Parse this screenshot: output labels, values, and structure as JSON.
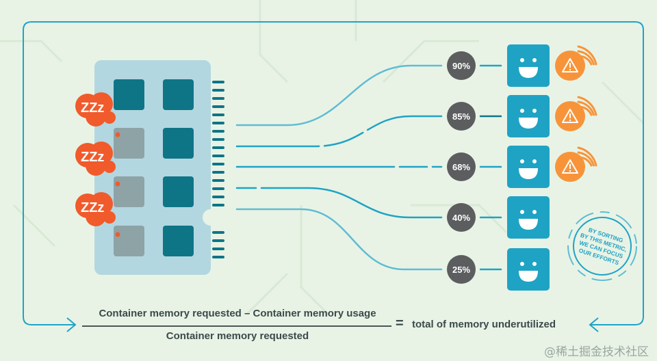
{
  "diagram": {
    "memory_module": {
      "chips_active": 5,
      "chips_idle": 3,
      "sleep_label": "ZZz",
      "sleep_badges_count": 3
    },
    "rows": [
      {
        "percent": "90%",
        "status_icon": "smiley-face-icon",
        "alert_icon": "warning-alert-icon"
      },
      {
        "percent": "85%",
        "status_icon": "smiley-face-icon",
        "alert_icon": "warning-alert-icon"
      },
      {
        "percent": "68%",
        "status_icon": "smiley-face-icon",
        "alert_icon": "warning-alert-icon"
      },
      {
        "percent": "40%",
        "status_icon": "smiley-face-icon",
        "alert_icon": null
      },
      {
        "percent": "25%",
        "status_icon": "smiley-face-icon",
        "alert_icon": null
      }
    ],
    "callout": {
      "lines": [
        "BY SORTING",
        "BY THIS METRIC,",
        "WE CAN FOCUS",
        "OUR EFFORTS"
      ]
    },
    "formula": {
      "numerator": "Container memory requested – Container memory usage",
      "denominator": "Container memory requested",
      "equals": "=",
      "result": "total of memory underutilized"
    },
    "watermark": "@稀土掘金技术社区",
    "colors": {
      "background": "#e8f3e6",
      "accent_teal": "#1fa3c4",
      "dark_teal": "#0e7587",
      "module_body": "#b3d7e0",
      "idle_chip": "#8ea3a6",
      "sleep_orange": "#f15a2b",
      "alert_orange": "#f7943a",
      "percent_badge": "#5b5d5f"
    }
  }
}
